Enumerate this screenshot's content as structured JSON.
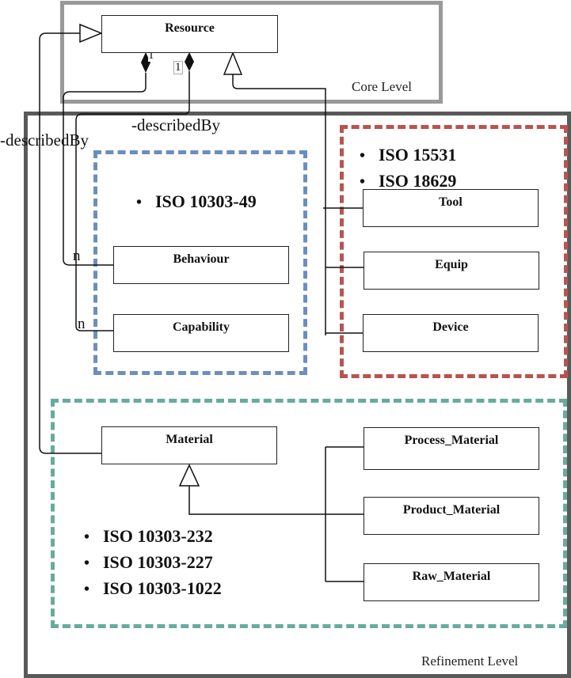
{
  "levels": {
    "core": "Core Level",
    "refinement": "Refinement Level"
  },
  "classes": {
    "resource": "Resource",
    "behaviour": "Behaviour",
    "capability": "Capability",
    "tool": "Tool",
    "equip": "Equip",
    "device": "Device",
    "material": "Material",
    "process_material": "Process_Material",
    "product_material": "Product_Material",
    "raw_material": "Raw_Material"
  },
  "groups": {
    "behaviour_capability": {
      "color": "#6C8EBF",
      "standards": [
        "ISO 10303-49"
      ]
    },
    "tool_equip_device": {
      "color": "#B85450",
      "standards": [
        "ISO 15531",
        "ISO 18629"
      ]
    },
    "material": {
      "color": "#67AB9F",
      "standards": [
        "ISO 10303-232",
        "ISO 10303-227",
        "ISO 10303-1022"
      ]
    }
  },
  "associations": {
    "behaviour_label": "-describedBy",
    "capability_label": "-describedBy",
    "resource_multiplicity_a": "1",
    "resource_multiplicity_b": "1",
    "behaviour_multiplicity": "n",
    "capability_multiplicity": "n"
  }
}
